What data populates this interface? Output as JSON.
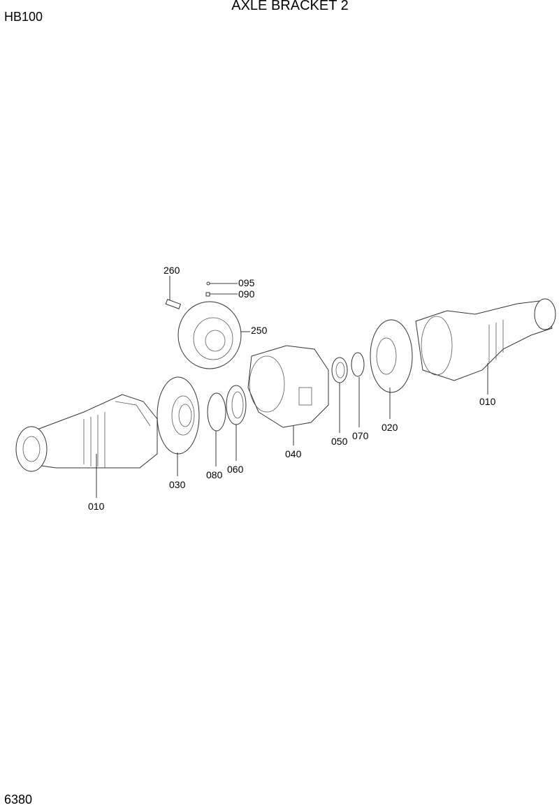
{
  "header": {
    "title": "AXLE BRACKET 2",
    "model": "HB100"
  },
  "footer": {
    "page_number": "6380"
  },
  "diagram": {
    "callouts": [
      {
        "id": "c260",
        "label": "260"
      },
      {
        "id": "c095",
        "label": "095"
      },
      {
        "id": "c090",
        "label": "090"
      },
      {
        "id": "c250",
        "label": "250"
      },
      {
        "id": "c010r",
        "label": "010"
      },
      {
        "id": "c020",
        "label": "020"
      },
      {
        "id": "c070",
        "label": "070"
      },
      {
        "id": "c050",
        "label": "050"
      },
      {
        "id": "c040",
        "label": "040"
      },
      {
        "id": "c060",
        "label": "060"
      },
      {
        "id": "c080",
        "label": "080"
      },
      {
        "id": "c030",
        "label": "030"
      },
      {
        "id": "c010l",
        "label": "010"
      }
    ]
  }
}
